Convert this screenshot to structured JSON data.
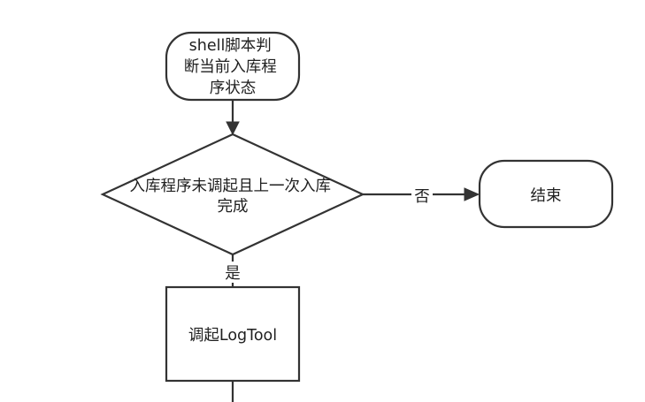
{
  "nodes": {
    "start": {
      "lines": [
        "shell脚本判",
        "断当前入库程",
        "序状态"
      ]
    },
    "decision": {
      "lines": [
        "入库程序未调起且上一次入库",
        "完成"
      ]
    },
    "end": {
      "lines": [
        "结束"
      ]
    },
    "process": {
      "lines": [
        "调起LogTool"
      ]
    }
  },
  "edges": {
    "decision_to_end": {
      "label": "否"
    },
    "decision_to_process": {
      "label": "是"
    }
  },
  "colors": {
    "stroke": "#333333",
    "fill": "#ffffff",
    "text": "#1f1f1f"
  }
}
